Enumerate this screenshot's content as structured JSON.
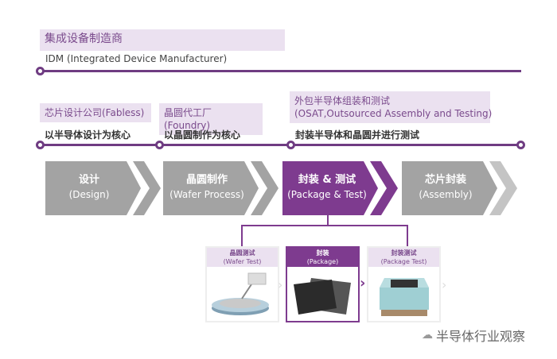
{
  "idm": {
    "title": "集成设备制造商",
    "subtitle": "IDM (Integrated Device Manufacturer)"
  },
  "models": [
    {
      "title": "芯片设计公司(Fabless)",
      "desc": "以半导体设计为核心"
    },
    {
      "title": "晶圆代工厂(Foundry)",
      "desc": "以晶圆制作为核心"
    },
    {
      "title_line1": "外包半导体组装和测试",
      "title_line2": "(OSAT,Outsourced Assembly and Testing)",
      "desc": "封装半导体和晶圆并进行测试"
    }
  ],
  "steps": [
    {
      "cn": "设计",
      "en": "(Design)",
      "active": false
    },
    {
      "cn": "晶圆制作",
      "en": "(Wafer Process)",
      "active": false
    },
    {
      "cn": "封装 & 测试",
      "en": "(Package & Test)",
      "active": true
    },
    {
      "cn": "芯片封装",
      "en": "(Assembly)",
      "active": false
    }
  ],
  "substeps": [
    {
      "cn": "晶圆测试",
      "en": "(Wafer Test)"
    },
    {
      "cn": "封装",
      "en": "(Package)"
    },
    {
      "cn": "封装测试",
      "en": "(Package Test)"
    }
  ],
  "watermark": "半导体行业观察",
  "colors": {
    "accent": "#7e3b8f",
    "line": "#6f3c82",
    "label_bg": "#ebe1f0",
    "step_gray": "#a3a3a3"
  }
}
